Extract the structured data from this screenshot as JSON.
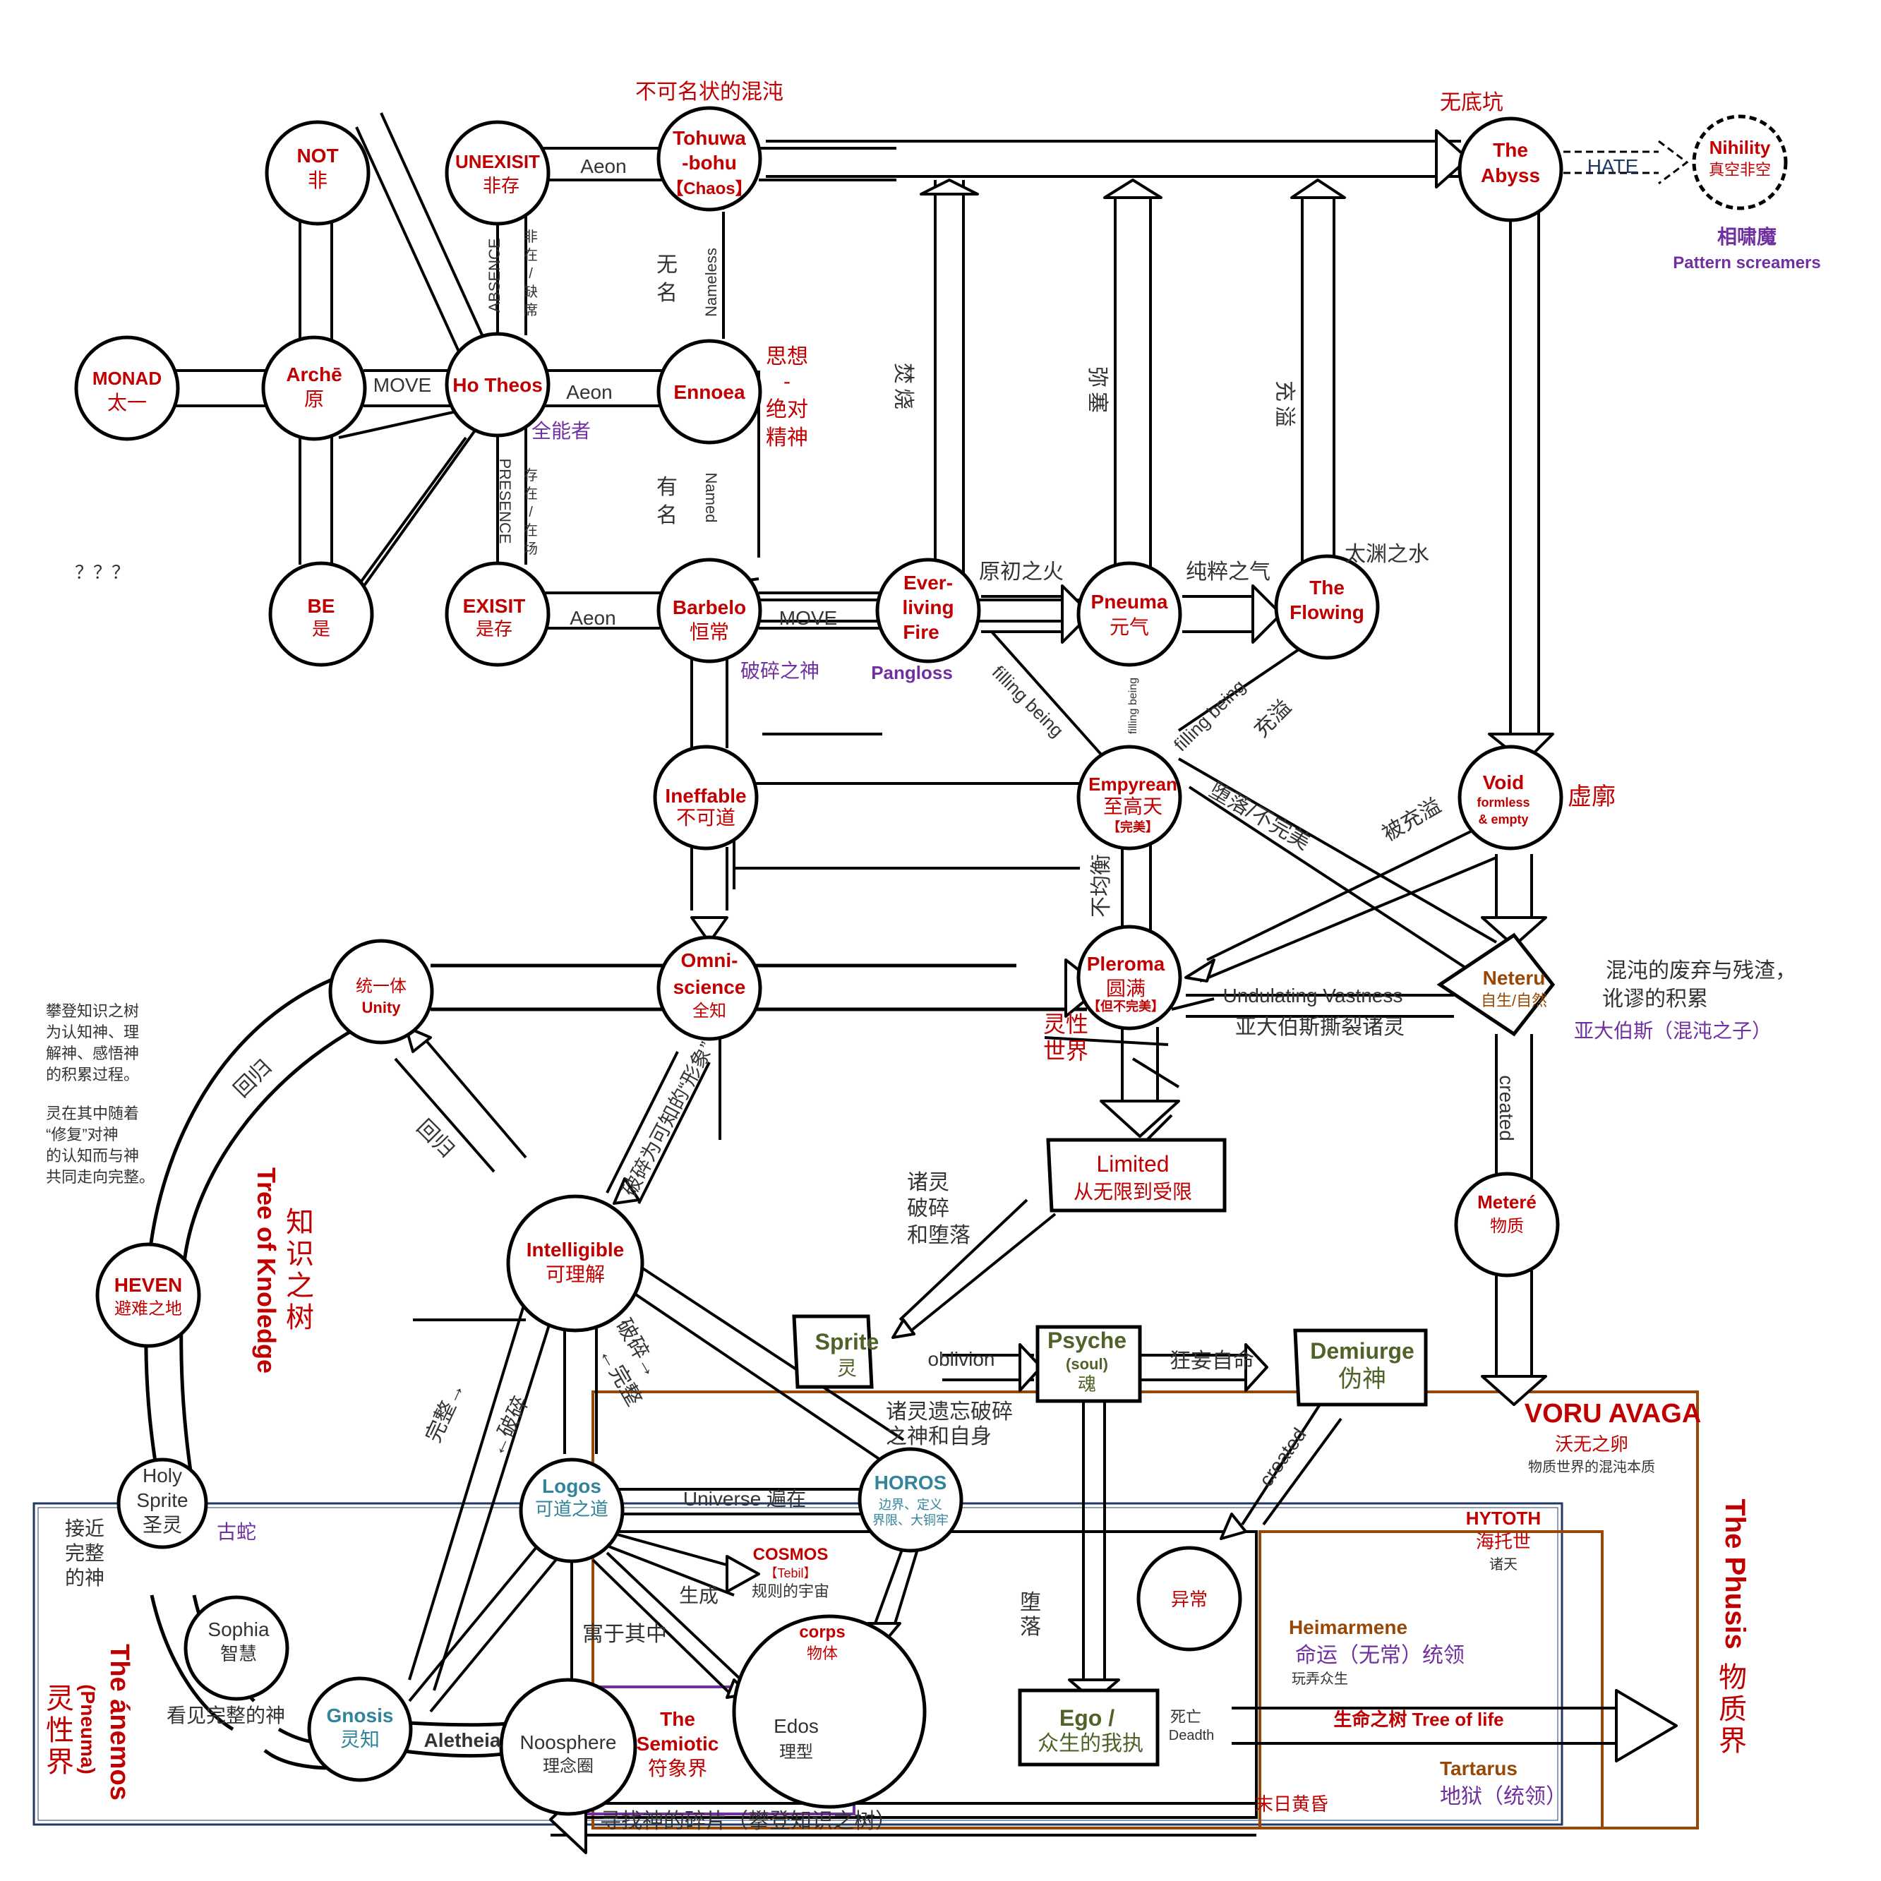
{
  "colors": {
    "red": "#c00000",
    "purple": "#7030a0",
    "teal": "#31849b",
    "olive": "#4f6228",
    "brown": "#984806",
    "navy": "#1f3864",
    "line": "#000000"
  },
  "top": {
    "chaos_cn": "不可名状的混沌",
    "abyss_cn": "无底坑",
    "hate": "HATE",
    "pattern_cn": "相啸魔",
    "pattern_en": "Pattern screamers",
    "unknown": "？？？"
  },
  "nodes": {
    "not": {
      "en": "NOT",
      "cn": "非"
    },
    "unexisit": {
      "en": "UNEXISIT",
      "cn": "非存"
    },
    "tohuwa": {
      "l1": "Tohuwa",
      "l2": "-bohu",
      "l3": "【Chaos】"
    },
    "abyss": {
      "l1": "The",
      "l2": "Abyss"
    },
    "nihility": {
      "en": "Nihility",
      "cn": "真空非空"
    },
    "monad": {
      "en": "MONAD",
      "cn": "太一"
    },
    "arche": {
      "en": "Archē",
      "cn": "原"
    },
    "hotheos": {
      "en": "Ho Theos",
      "cn": "全能者"
    },
    "ennoea": {
      "en": "Ennoea",
      "cn1": "思想",
      "cn2": "-",
      "cn3": "绝对",
      "cn4": "精神"
    },
    "be": {
      "en": "BE",
      "cn": "是"
    },
    "exisit": {
      "en": "EXISIT",
      "cn": "是存"
    },
    "barbelo": {
      "en": "Barbelo",
      "cn": "恒常",
      "sub": "破碎之神"
    },
    "everliving": {
      "l1": "Ever-",
      "l2": "living",
      "l3": "Fire",
      "sub": "Pangloss"
    },
    "pneuma": {
      "en": "Pneuma",
      "cn": "元气"
    },
    "flowing": {
      "l1": "The",
      "l2": "Flowing"
    },
    "ineffable": {
      "en": "Ineffable",
      "cn": "不可道"
    },
    "empyrean": {
      "en": "Empyrean",
      "cn": "至高天",
      "sub": "【完美】"
    },
    "void": {
      "en": "Void",
      "l2": "formless",
      "l3": "& empty",
      "side": "虚廓"
    },
    "omniscience": {
      "l1": "Omni-",
      "l2": "science",
      "cn": "全知"
    },
    "unity": {
      "cn": "统一体",
      "en": "Unity"
    },
    "pleroma": {
      "en": "Pleroma",
      "cn": "圆满",
      "sub": "【但不完美】",
      "side1": "灵性",
      "side2": "世界"
    },
    "neteru": {
      "en": "Neteru",
      "cn": "自生/自然",
      "side1": "混沌的废弃与残渣，",
      "side2": "讹谬的积累",
      "side3": "亚大伯斯（混沌之子）"
    },
    "limited": {
      "en": "Limited",
      "cn": "从无限到受限"
    },
    "metere": {
      "en": "Meteré",
      "cn": "物质"
    },
    "heven": {
      "en": "HEVEN",
      "cn": "避难之地"
    },
    "intelligible": {
      "en": "Intelligible",
      "cn": "可理解"
    },
    "sprite": {
      "en": "Sprite",
      "cn": "灵"
    },
    "psyche": {
      "en": "Psyche",
      "sub": "(soul)",
      "cn": "魂"
    },
    "demiurge": {
      "en": "Demiurge",
      "cn": "伪神"
    },
    "voru": {
      "en": "VORU AVAGA",
      "cn": "沃无之卵",
      "sub": "物质世界的混沌本质"
    },
    "holysprite": {
      "l1": "Holy",
      "l2": "Sprite",
      "cn": "圣灵",
      "side": "古蛇"
    },
    "logos": {
      "en": "Logos",
      "cn": "可道之道"
    },
    "horos": {
      "en": "HOROS",
      "cn1": "边界、定义",
      "cn2": "界限、大铜牢"
    },
    "cosmos": {
      "en": "COSMOS",
      "sub": "【Tebil】",
      "cn": "规则的宇宙"
    },
    "corps": {
      "en": "corps",
      "cn": "物体"
    },
    "yichang": {
      "cn": "异常"
    },
    "hytoth": {
      "en": "HYTOTH",
      "cn": "海托世",
      "sub": "诸天"
    },
    "heimarmene": {
      "en": "Heimarmene",
      "cn": "命运（无常）统领",
      "sub": "玩弄众生"
    },
    "sophia": {
      "en": "Sophia",
      "cn": "智慧"
    },
    "gnosis": {
      "en": "Gnosis",
      "cn": "灵知"
    },
    "noosphere": {
      "en": "Noosphere",
      "cn": "理念圈"
    },
    "semiotic": {
      "l1": "The",
      "l2": "Semiotic",
      "cn": "符象界"
    },
    "edos": {
      "en": "Edos",
      "cn": "理型"
    },
    "ego": {
      "en": "Ego /",
      "cn": "众生的我执"
    },
    "tartarus": {
      "en": "Tartarus",
      "cn": "地狱（统领）"
    }
  },
  "labels": {
    "aeon": "Aeon",
    "move": "MOVE",
    "absence": "ABSENCE",
    "absence_cn": "非在/缺席",
    "presence": "PRESENCE",
    "presence_cn": "存在/在场",
    "nameless": "Nameless",
    "nameless_cn": "无名",
    "named": "Named",
    "named_cn": "有名",
    "burn": "焚烧",
    "fill_cn": "弥塞",
    "overflow_cn": "充溢",
    "primal_fire": "原初之火",
    "pure_qi": "纯粹之气",
    "abyss_water": "太渊之水",
    "filling_being": "filling being",
    "fall": "堕落/不完美",
    "overflowed": "被充溢",
    "imbalance": "不均衡",
    "undulating": "Undulating Vastness",
    "tearing": "亚大伯斯撕裂诸灵",
    "created": "created",
    "shatter_form": "破碎为可知的“形象”",
    "return": "回归",
    "spirits_shatter": "诸灵破碎和堕落",
    "oblivion": "oblivion",
    "arrogance": "狂妄自命",
    "forget": "诸灵遗忘破碎之神和自身",
    "complete_up": "完整→",
    "shatter_down": "←破碎",
    "shatter_r": "破碎→",
    "complete_l": "←完整",
    "universe": "Universe 遍在",
    "generate": "生成",
    "dwell": "寓于其中",
    "fall_down": "堕落",
    "death_cn": "死亡",
    "death_en": "Deadth",
    "tree_of_life": "生命之树 Tree of life",
    "ragnarok": "末日黄昏",
    "seek": "寻找神的碎片（攀登知识之树）",
    "aletheia": "Aletheia",
    "near_god": "接近完整的神",
    "see_god": "看见完整的神",
    "knowledge_note1": [
      "攀登知识之树",
      "为认知神、理",
      "解神、感悟神",
      "的积累过程。"
    ],
    "knowledge_note2": [
      "灵在其中随着",
      "“修复”对神",
      "的认知而与神",
      "共同走向完整。"
    ],
    "tree_knowledge_en": "Tree of Knoledge",
    "tree_knowledge_cn": "知识之树",
    "anemos": "The ánemos",
    "pneuma_paren": "(Pneuma)",
    "lingxing": "灵性界",
    "phusis": "The Phusis",
    "wuzhi": "物质界"
  }
}
